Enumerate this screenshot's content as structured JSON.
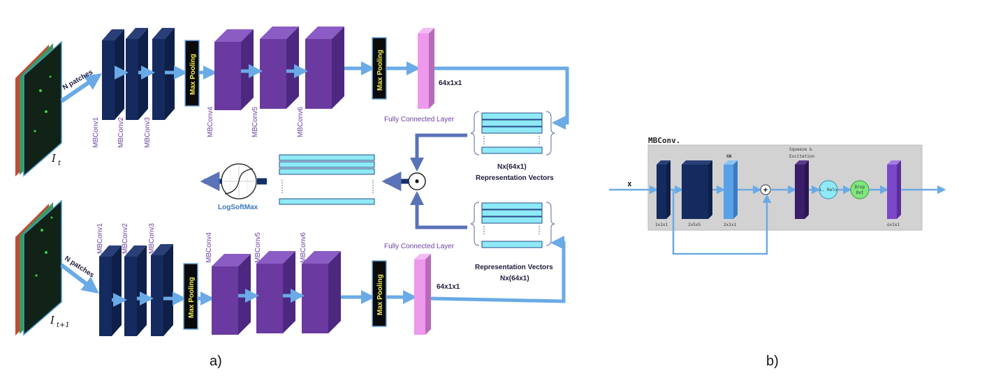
{
  "panel_a": {
    "caption": "a)",
    "top_branch": {
      "input_label": "I",
      "input_subscript": "t",
      "patch_label": "N patches",
      "blocks": [
        "MBConv1",
        "MBConv2",
        "MBConv3",
        "MBConv4",
        "MBConv5",
        "MBConv6"
      ],
      "pool_label_1": "Max Pooling",
      "pool_label_2": "Max Pooling",
      "fc_size": "64x1x1",
      "fc_label": "Fully Connected Layer",
      "vectors_label_1": "Nx(64x1)",
      "vectors_label_2": "Representation Vectors"
    },
    "bottom_branch": {
      "input_label": "I",
      "input_subscript": "t+1",
      "patch_label": "N patches",
      "blocks": [
        "MBConv1",
        "MBConv2",
        "MBConv3",
        "MBConv4",
        "MBConv5",
        "MBConv6"
      ],
      "pool_label_1": "Max Pooling",
      "pool_label_2": "Max Pooling",
      "fc_size": "64x1x1",
      "fc_label": "Fully Connected Layer",
      "vectors_label_1": "Representation Vectors",
      "vectors_label_2": "Nx(64x1)"
    },
    "combine_symbol": "•",
    "output_label": "LogSoftMax"
  },
  "panel_b": {
    "caption": "b)",
    "title": "MBConv.",
    "input_label": "x",
    "gn_label": "GN",
    "se_label_1": "Squeeze &",
    "se_label_2": "Excitation",
    "relu_label": "L. Relu",
    "dropout_label_1": "Drop",
    "dropout_label_2": "Out",
    "plus_symbol": "+",
    "dims": [
      "1x1x1",
      "2x5x5",
      "2x1x1",
      "ox1x1"
    ]
  },
  "colors": {
    "conv_dark": "#152a5e",
    "conv_purple": "#6a3aa0",
    "fc_pink": "#ee98ee",
    "pool_black": "#0a0a0a",
    "arrow_blue": "#6aaae6",
    "vector_cyan": "#8eeaf6",
    "combine_blue": "#5a72b8",
    "output_navy": "#14306a"
  }
}
